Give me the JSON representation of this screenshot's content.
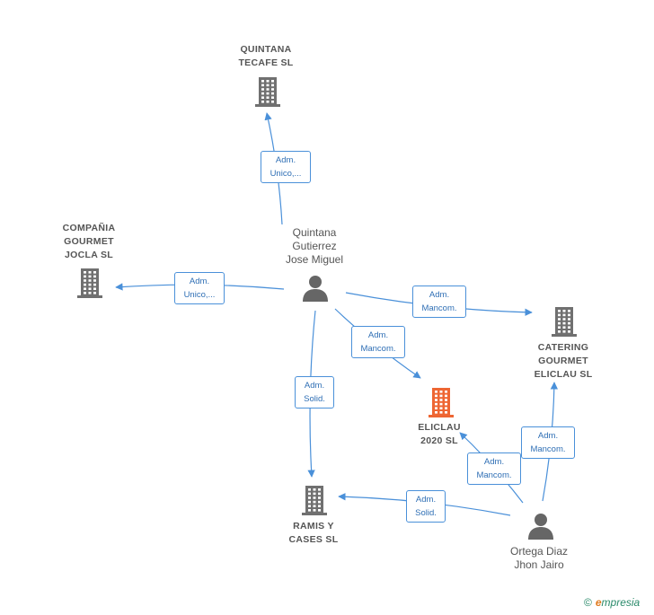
{
  "colors": {
    "edge": "#4a90d9",
    "company": "#707070",
    "focus_company": "#ee6633",
    "person": "#666666"
  },
  "nodes": {
    "quintana_tecafe": {
      "label": "QUINTANA\nTECAFE SL",
      "type": "company",
      "icon": "building-icon"
    },
    "compania_gourmet": {
      "label": "COMPAÑIA\nGOURMET\nJOCLA  SL",
      "type": "company",
      "icon": "building-icon"
    },
    "catering_gourmet": {
      "label": "CATERING\nGOURMET\nELICLAU  SL",
      "type": "company",
      "icon": "building-icon"
    },
    "eliclau_2020": {
      "label": "ELICLAU\n2020  SL",
      "type": "focus-company",
      "icon": "building-icon"
    },
    "ramis_cases": {
      "label": "RAMIS Y\nCASES  SL",
      "type": "company",
      "icon": "building-icon"
    },
    "quintana_person": {
      "label": "Quintana\nGutierrez\nJose Miguel",
      "type": "person",
      "icon": "person-icon"
    },
    "ortega_person": {
      "label": "Ortega Diaz\nJhon Jairo",
      "type": "person",
      "icon": "person-icon"
    }
  },
  "edges": [
    {
      "from": "quintana_person",
      "to": "quintana_tecafe",
      "label": "Adm.\nUnico,..."
    },
    {
      "from": "quintana_person",
      "to": "compania_gourmet",
      "label": "Adm.\nUnico,..."
    },
    {
      "from": "quintana_person",
      "to": "catering_gourmet",
      "label": "Adm.\nMancom."
    },
    {
      "from": "quintana_person",
      "to": "eliclau_2020",
      "label": "Adm.\nMancom."
    },
    {
      "from": "quintana_person",
      "to": "ramis_cases",
      "label": "Adm.\nSolid."
    },
    {
      "from": "ortega_person",
      "to": "ramis_cases",
      "label": "Adm.\nSolid."
    },
    {
      "from": "ortega_person",
      "to": "eliclau_2020",
      "label": "Adm.\nMancom."
    },
    {
      "from": "ortega_person",
      "to": "catering_gourmet",
      "label": "Adm.\nMancom."
    }
  ],
  "footer": {
    "copyright": "©",
    "brand_initial": "e",
    "brand_rest": "mpresia"
  }
}
